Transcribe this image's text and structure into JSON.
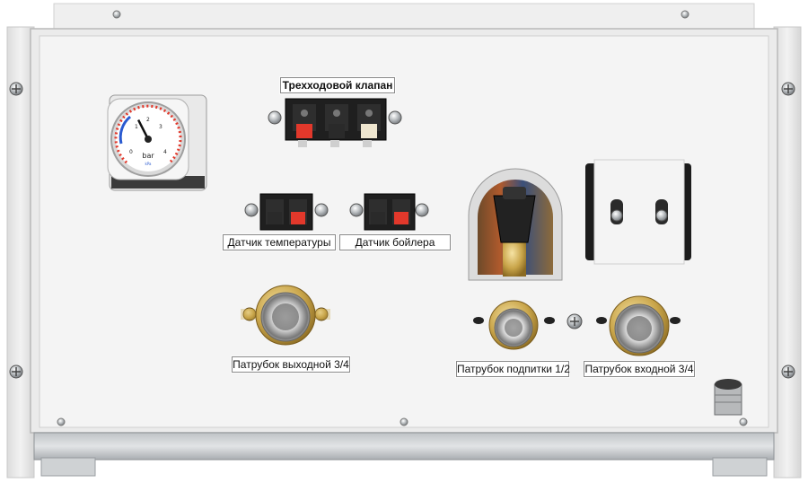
{
  "colors": {
    "panel": "#f3f3f3",
    "frame": "#e6e6e6",
    "brass": "#c9a54a",
    "terminal_red": "#e2382b",
    "terminal_black": "#2a2a2a",
    "terminal_cream": "#efe6cf"
  },
  "gauge": {
    "unit": "bar",
    "sub_unit": "kPa",
    "ticks": [
      "0",
      "1",
      "2",
      "3",
      "4"
    ],
    "value_bar": 1.6
  },
  "labels": {
    "three_way_valve": "Трехходовой клапан",
    "temp_sensor": "Датчик температуры",
    "boiler_sensor": "Датчик бойлера",
    "outlet_pipe": "Патрубок выходной 3/4",
    "makeup_pipe": "Патрубок подпитки 1/2",
    "inlet_pipe": "Патрубок входной 3/4"
  },
  "icons": {
    "screws": "screw-icon",
    "terminal_block": "terminal-block-icon",
    "pipe_fitting": "pipe-fitting-icon",
    "valve_knob": "valve-knob-icon",
    "pressure_gauge": "pressure-gauge-icon"
  }
}
